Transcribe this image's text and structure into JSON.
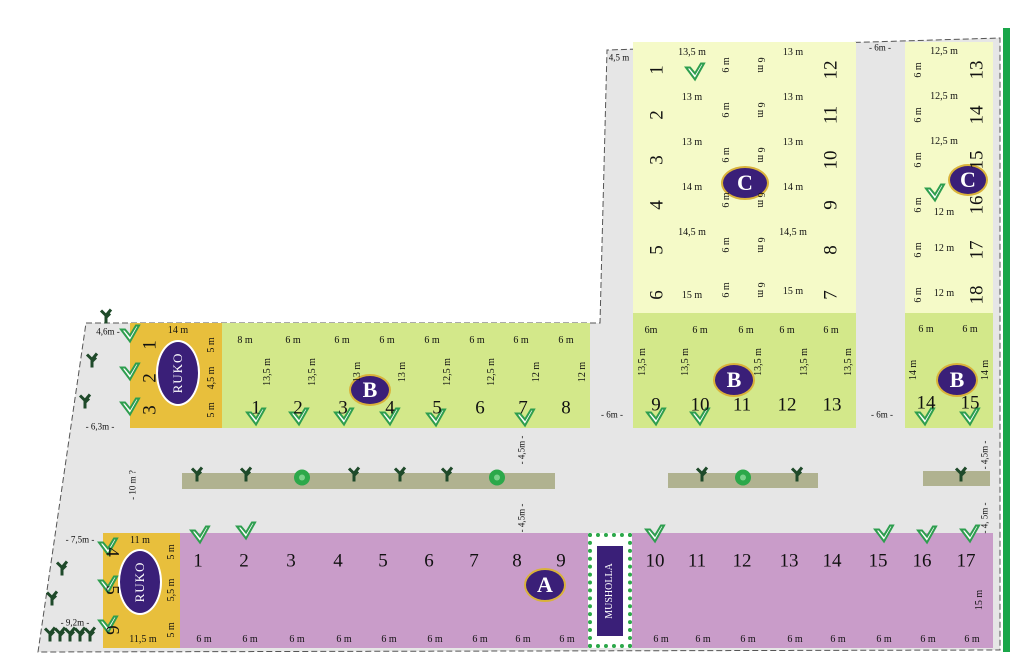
{
  "colors": {
    "road": "#e6e6e6",
    "block_c": "#f5fac8",
    "block_b": "#d3e88a",
    "block_a": "#c99cc9",
    "ruko": "#e8bf3c",
    "badge": "#3a1f78",
    "check": "#2e9e4f",
    "border_green": "#1aa64a"
  },
  "block_c": {
    "badge": "C",
    "left_lots": [
      "1",
      "2",
      "3",
      "4",
      "5",
      "6"
    ],
    "left_depths": [
      "13,5 m",
      "13 m",
      "13 m",
      "14 m",
      "14,5 m",
      "15 m"
    ],
    "left_widths": [
      "6 m",
      "6 m",
      "6 m",
      "6 m",
      "6 m",
      "6 m"
    ],
    "right_lots": [
      "12",
      "11",
      "10",
      "9",
      "8",
      "7"
    ],
    "right_depths": [
      "13 m",
      "13 m",
      "13 m",
      "14 m",
      "14,5 m",
      "15 m"
    ],
    "right_widths": [
      "6 m",
      "6 m",
      "6 m",
      "6 m",
      "6 m",
      "6 m"
    ],
    "east_lots": [
      "13",
      "14",
      "15",
      "16",
      "17",
      "18"
    ],
    "east_depths": [
      "12,5 m",
      "12,5 m",
      "12,5 m",
      "12 m",
      "12 m",
      "12 m"
    ],
    "east_widths": [
      "6 m",
      "6 m",
      "6 m",
      "6 m",
      "6 m",
      "6 m"
    ]
  },
  "block_b": {
    "badge": "B",
    "ruko_label": "RUKO",
    "ruko_lots": [
      "1",
      "2",
      "3"
    ],
    "ruko_depth": "14 m",
    "ruko_widths": [
      "5 m",
      "4,5 m",
      "5 m"
    ],
    "west_lots": [
      "1",
      "2",
      "3",
      "4",
      "5",
      "6",
      "7",
      "8"
    ],
    "west_widths": [
      "8 m",
      "6 m",
      "6 m",
      "6 m",
      "6 m",
      "6 m",
      "6 m",
      "6 m"
    ],
    "west_depths": [
      "13,5 m",
      "13,5 m",
      "13 m",
      "13 m",
      "12,5 m",
      "12,5 m",
      "12 m",
      "12 m"
    ],
    "mid_lots": [
      "9",
      "10",
      "11",
      "12",
      "13"
    ],
    "mid_widths": [
      "6m",
      "6 m",
      "6 m",
      "6 m",
      "6 m"
    ],
    "mid_depths": [
      "13,5 m",
      "13,5 m",
      "13,5 m",
      "13,5 m",
      "13,5 m"
    ],
    "east_lots": [
      "14",
      "15"
    ],
    "east_widths": [
      "6 m",
      "6 m"
    ],
    "east_depths": [
      "14 m",
      "14 m"
    ]
  },
  "block_a": {
    "badge": "A",
    "ruko_label": "RUKO",
    "ruko_lots": [
      "4",
      "5",
      "6"
    ],
    "ruko_top": "11 m",
    "ruko_bottom": "11,5 m",
    "ruko_widths": [
      "5 m",
      "5,5 m",
      "5 m"
    ],
    "lots": [
      "1",
      "2",
      "3",
      "4",
      "5",
      "6",
      "7",
      "8",
      "9",
      "10",
      "11",
      "12",
      "13",
      "14",
      "15",
      "16",
      "17"
    ],
    "widths": [
      "6 m",
      "6 m",
      "6 m",
      "6 m",
      "6 m",
      "6 m",
      "6 m",
      "6 m",
      "6 m",
      "6 m",
      "6 m",
      "6 m",
      "6 m",
      "6 m",
      "6 m",
      "6 m",
      "6 m"
    ],
    "depth": "15 m",
    "musholla": "MUSHOLLA"
  },
  "road_notes": {
    "top_left": "4,5 m",
    "top_gap": "- 6m -",
    "b_left_top": "4,6m -",
    "b_left_bottom": "- 6,3m -",
    "b_gap_1": "- 6m -",
    "b_gap_2": "- 6m -",
    "road_width": "- 10 m ?",
    "median_top": "- 4,5m -",
    "median_bottom": "- 4,5m -",
    "east_top": "- 4,5m -",
    "east_bottom": "- 4, 5m -",
    "a_left_top": "- 7,5m -",
    "a_left_bottom": "- 9,2m -"
  }
}
